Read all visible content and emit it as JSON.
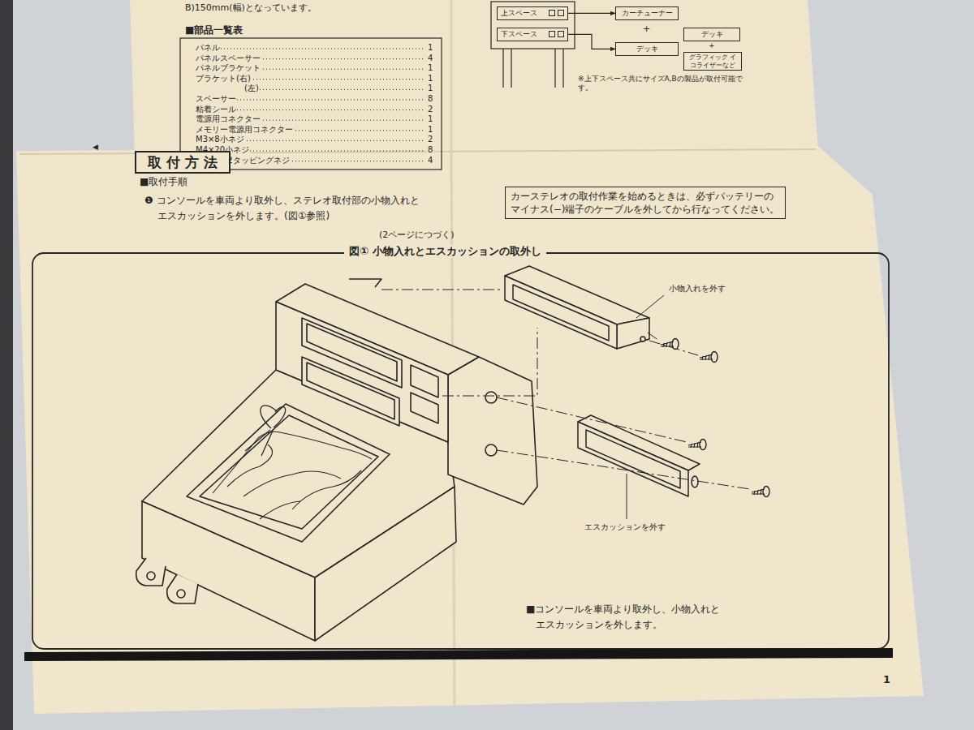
{
  "diagram": {
    "nodes": [
      {
        "text": [
          "上スペース"
        ]
      },
      {
        "text": [
          "下スペース"
        ]
      },
      {
        "text": [
          "カーチューナー"
        ]
      },
      {
        "text": [
          "デッキ"
        ]
      },
      {
        "text": [
          "デッキ"
        ]
      },
      {
        "text": [
          "グラフィック イコライザーなど"
        ]
      },
      {
        "text": [
          "取 付 方 法"
        ]
      },
      {
        "text": [
          "カーステレオの取付作業を始めるときは、必ずバッテリーのマイナス(−)端子のケーブルを外してから行なってください。"
        ]
      }
    ],
    "edges": [
      {
        "from": 0,
        "to": 2,
        "arrow": "to"
      },
      {
        "from": 1,
        "to": 3,
        "arrow": "to"
      }
    ],
    "labels": [
      "B)150mm(幅)となっています。",
      "■部品一覧表",
      "パネル",
      "1",
      "パネルスペーサー",
      "4",
      "パネルブラケット",
      "1",
      "ブラケット(右)",
      "1",
      "(左)",
      "1",
      "スペーサー",
      "8",
      "粘着シール",
      "2",
      "電源用コネクター",
      "1",
      "メモリー電源用コネクター",
      "1",
      "M3×8小ネジ",
      "2",
      "M4×20小ネジ",
      "8",
      "M4.5×12タッピングネジ",
      "4",
      "+",
      "+",
      "※上下スペース共にサイズA,Bの製品が取付可能です。",
      "◀",
      "■取付手順",
      "❶ コンソールを車両より取外し、ステレオ取付部の小物入れとエスカッションを外します。(図①参照)",
      "(2ページにつづく)",
      "図① 小物入れとエスカッションの取外し",
      "小物入れを外す",
      "エスカッションを外す",
      "■コンソールを車両より取外し、小物入れとエスカッションを外します。",
      "1"
    ]
  }
}
